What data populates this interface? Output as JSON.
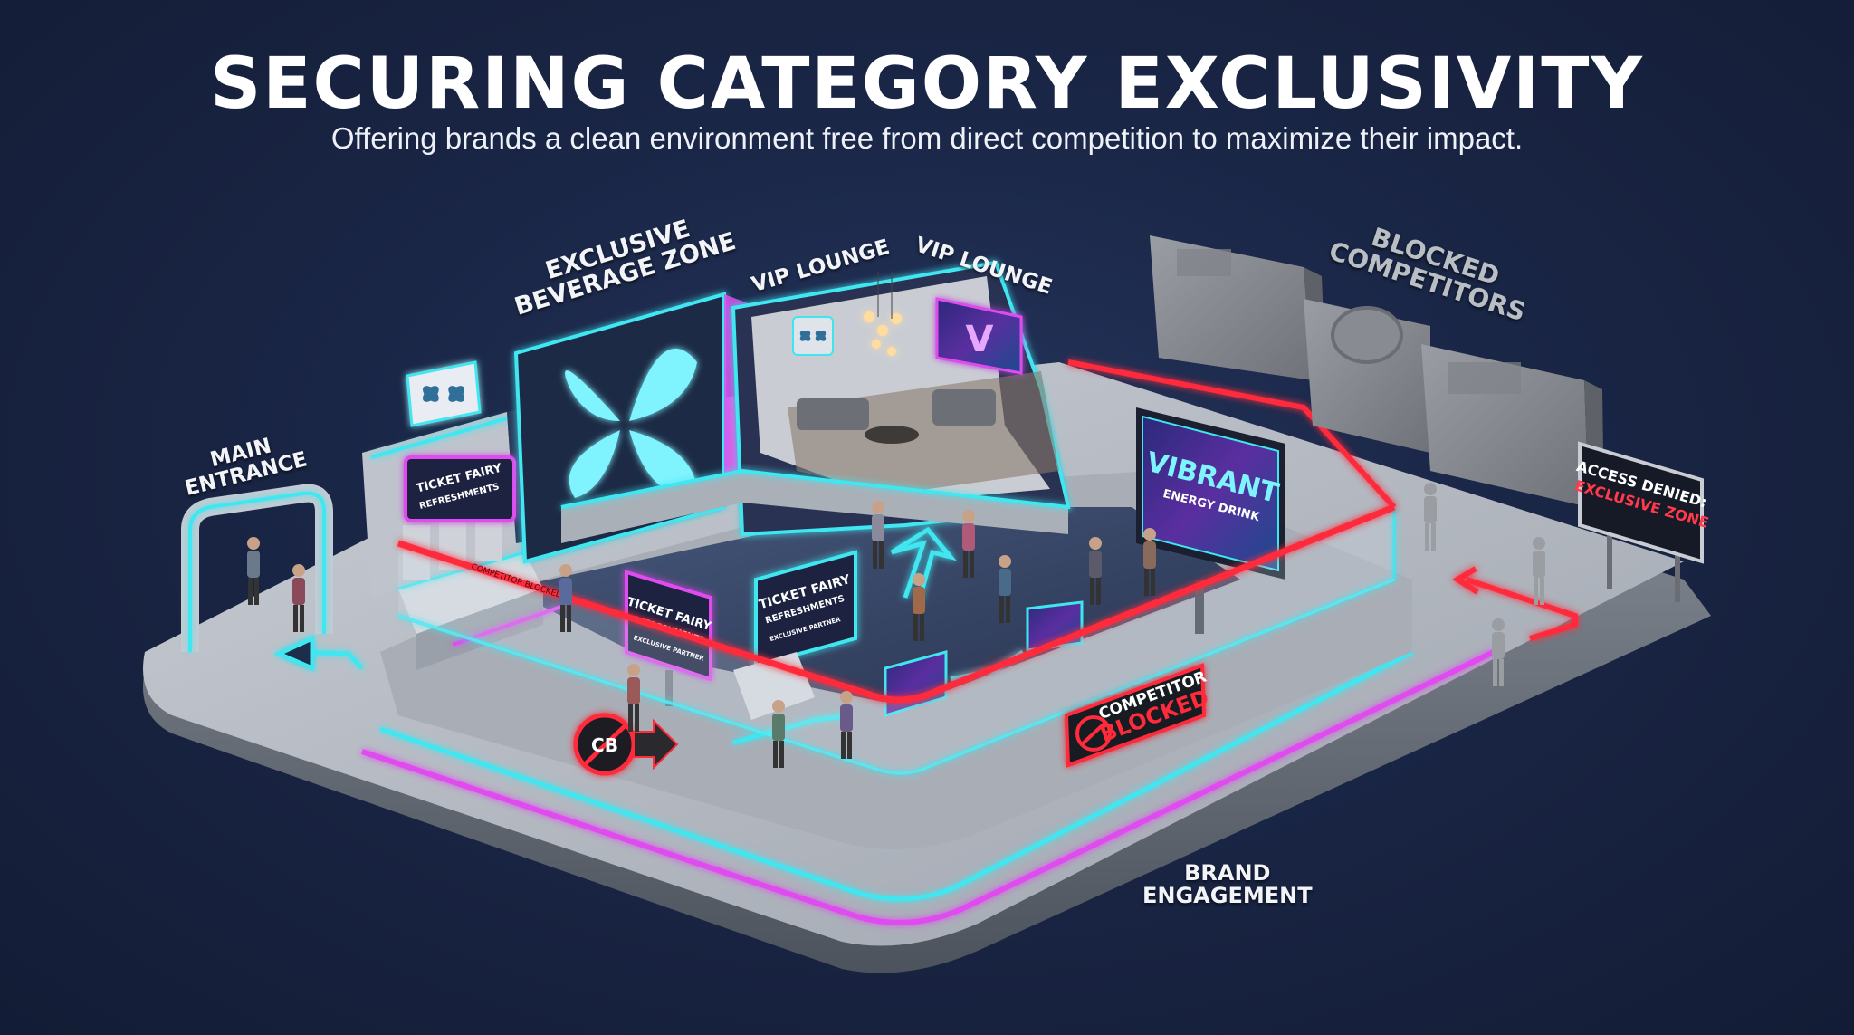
{
  "title": "SECURING CATEGORY EXCLUSIVITY",
  "subtitle": "Offering brands a clean environment free from direct competition to maximize their impact.",
  "zones": {
    "main_entrance": "MAIN\nENTRANCE",
    "beverage_zone": "EXCLUSIVE\nBEVERAGE ZONE",
    "vip_lounge_1": "VIP LOUNGE",
    "vip_lounge_2": "VIP LOUNGE",
    "blocked_competitors": "BLOCKED\nCOMPETITORS",
    "brand_engagement": "BRAND\nENGAGEMENT"
  },
  "signs": {
    "refreshments_main_line1": "TICKET FAIRY",
    "refreshments_main_line2": "REFRESHMENTS",
    "kiosk1_line1": "TICKET FAIRY",
    "kiosk1_line2": "REFRESHMENTS",
    "kiosk1_line3": "EXCLUSIVE PARTNER",
    "kiosk2_line1": "TICKET FAIRY",
    "kiosk2_line2": "REFRESHMENTS",
    "kiosk2_line3": "EXCLUSIVE PARTNER",
    "vibrant_line1": "VIBRANT",
    "vibrant_line2": "ENERGY DRINK",
    "competitor_blocked_line1": "COMPETITOR",
    "competitor_blocked_line2": "BLOCKED",
    "cb_logo": "CB",
    "access_denied_line1": "ACCESS DENIED:",
    "access_denied_line2": "EXCLUSIVE ZONE",
    "tape_text": "COMPETITOR BLOCKED"
  },
  "colors": {
    "cyan_neon": "#3fe6f0",
    "magenta_neon": "#e04cf0",
    "red_neon": "#ff2a3a",
    "platform": "#b9bec7",
    "background": "#1a2646"
  }
}
